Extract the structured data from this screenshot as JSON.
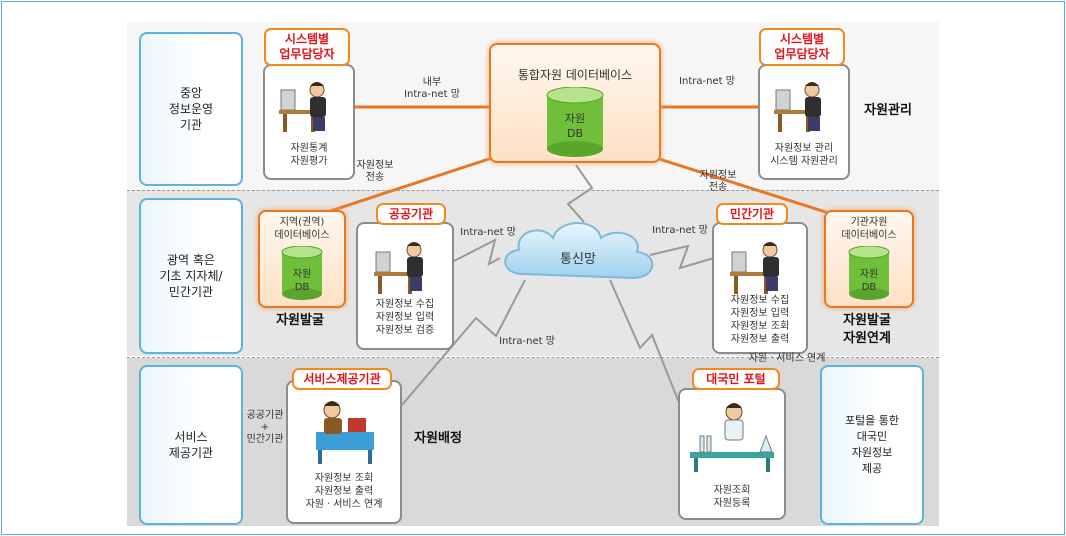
{
  "rows": [
    {
      "label": "중앙\n정보운영\n기관"
    },
    {
      "label": "광역 혹은\n기초 지자체/\n민간기관"
    },
    {
      "label": "서비스\n제공기관"
    }
  ],
  "central_db": {
    "title": "통합자원 데이터베이스",
    "cylinder": "자원\nDB"
  },
  "top_left": {
    "tag": "시스템별\n업무담당자",
    "caption": "자원통계\n자원평가"
  },
  "top_right": {
    "tag": "시스템별\n업무담당자",
    "caption": "자원정보 관리\n시스템 자원관리",
    "side_label": "자원관리"
  },
  "regional_db": {
    "title": "지역(권역)\n데이터베이스",
    "cylinder": "자원\nDB",
    "bottom_label": "자원발굴"
  },
  "public_org": {
    "tag": "공공기관",
    "caption": "자원정보 수집\n자원정보 입력\n자원정보 검증"
  },
  "network": {
    "label": "통신망"
  },
  "private_org": {
    "tag": "민간기관",
    "caption": "자원정보 수집\n자원정보 입력\n자원정보 조회\n자원정보 출력",
    "below": "자원ㆍ서비스 연계"
  },
  "org_db": {
    "title": "기관자원\n데이터베이스",
    "cylinder": "자원\nDB",
    "bottom_label": "자원발굴\n자원연계"
  },
  "service_org": {
    "tag": "서비스제공기관",
    "caption": "자원정보 조회\n자원정보 출력\n자원ㆍ서비스 연계",
    "side_label": "자원배정",
    "left_note": "공공기관\n+\n민간기관"
  },
  "portal": {
    "tag": "대국민 포털",
    "caption": "자원조회\n자원등록"
  },
  "portal_info": {
    "text": "포털을 통한\n대국민\n자원정보\n제공"
  },
  "links": {
    "internal": "내부\nIntra-net 망",
    "intranet_top_right": "Intra-net 망",
    "transfer_left": "자원정보\n전송",
    "transfer_right": "자원정보\n전송",
    "intranet_mid_left": "Intra-net 망",
    "intranet_mid_right": "Intra-net 망",
    "intranet_bottom": "Intra-net 망"
  },
  "colors": {
    "accent_orange": "#e87722",
    "tag_red": "#e1141b",
    "blue_border": "#5ab4df",
    "db_green": "#6fbf3a",
    "cloud_blue": "#9fd1ee"
  }
}
